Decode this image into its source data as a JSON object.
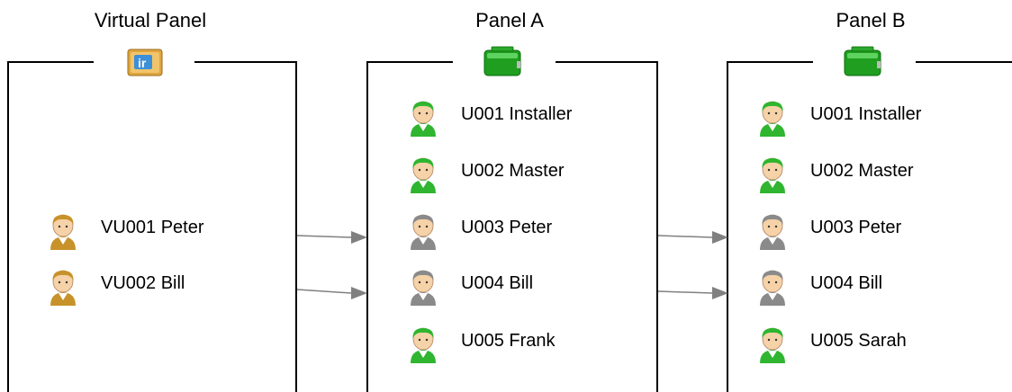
{
  "panels": [
    {
      "title": "Virtual Panel",
      "icon": "virtual-panel-icon",
      "users": [
        {
          "label": "VU001 Peter",
          "status": "virtual"
        },
        {
          "label": "VU002 Bill",
          "status": "virtual"
        }
      ]
    },
    {
      "title": "Panel A",
      "icon": "green-panel-icon",
      "users": [
        {
          "label": "U001 Installer",
          "status": "local"
        },
        {
          "label": "U002 Master",
          "status": "local"
        },
        {
          "label": "U003 Peter",
          "status": "synced"
        },
        {
          "label": "U004 Bill",
          "status": "synced"
        },
        {
          "label": "U005 Frank",
          "status": "local"
        }
      ]
    },
    {
      "title": "Panel B",
      "icon": "green-panel-icon",
      "users": [
        {
          "label": "U001 Installer",
          "status": "local"
        },
        {
          "label": "U002 Master",
          "status": "local"
        },
        {
          "label": "U003 Peter",
          "status": "synced"
        },
        {
          "label": "U004 Bill",
          "status": "synced"
        },
        {
          "label": "U005 Sarah",
          "status": "local"
        }
      ]
    }
  ],
  "colors": {
    "virtual_user": "#c8922a",
    "local_user": "#2fb52f",
    "synced_user": "#8a8a8a",
    "panel_green": "#1f9e1f",
    "arrow": "#808080"
  }
}
